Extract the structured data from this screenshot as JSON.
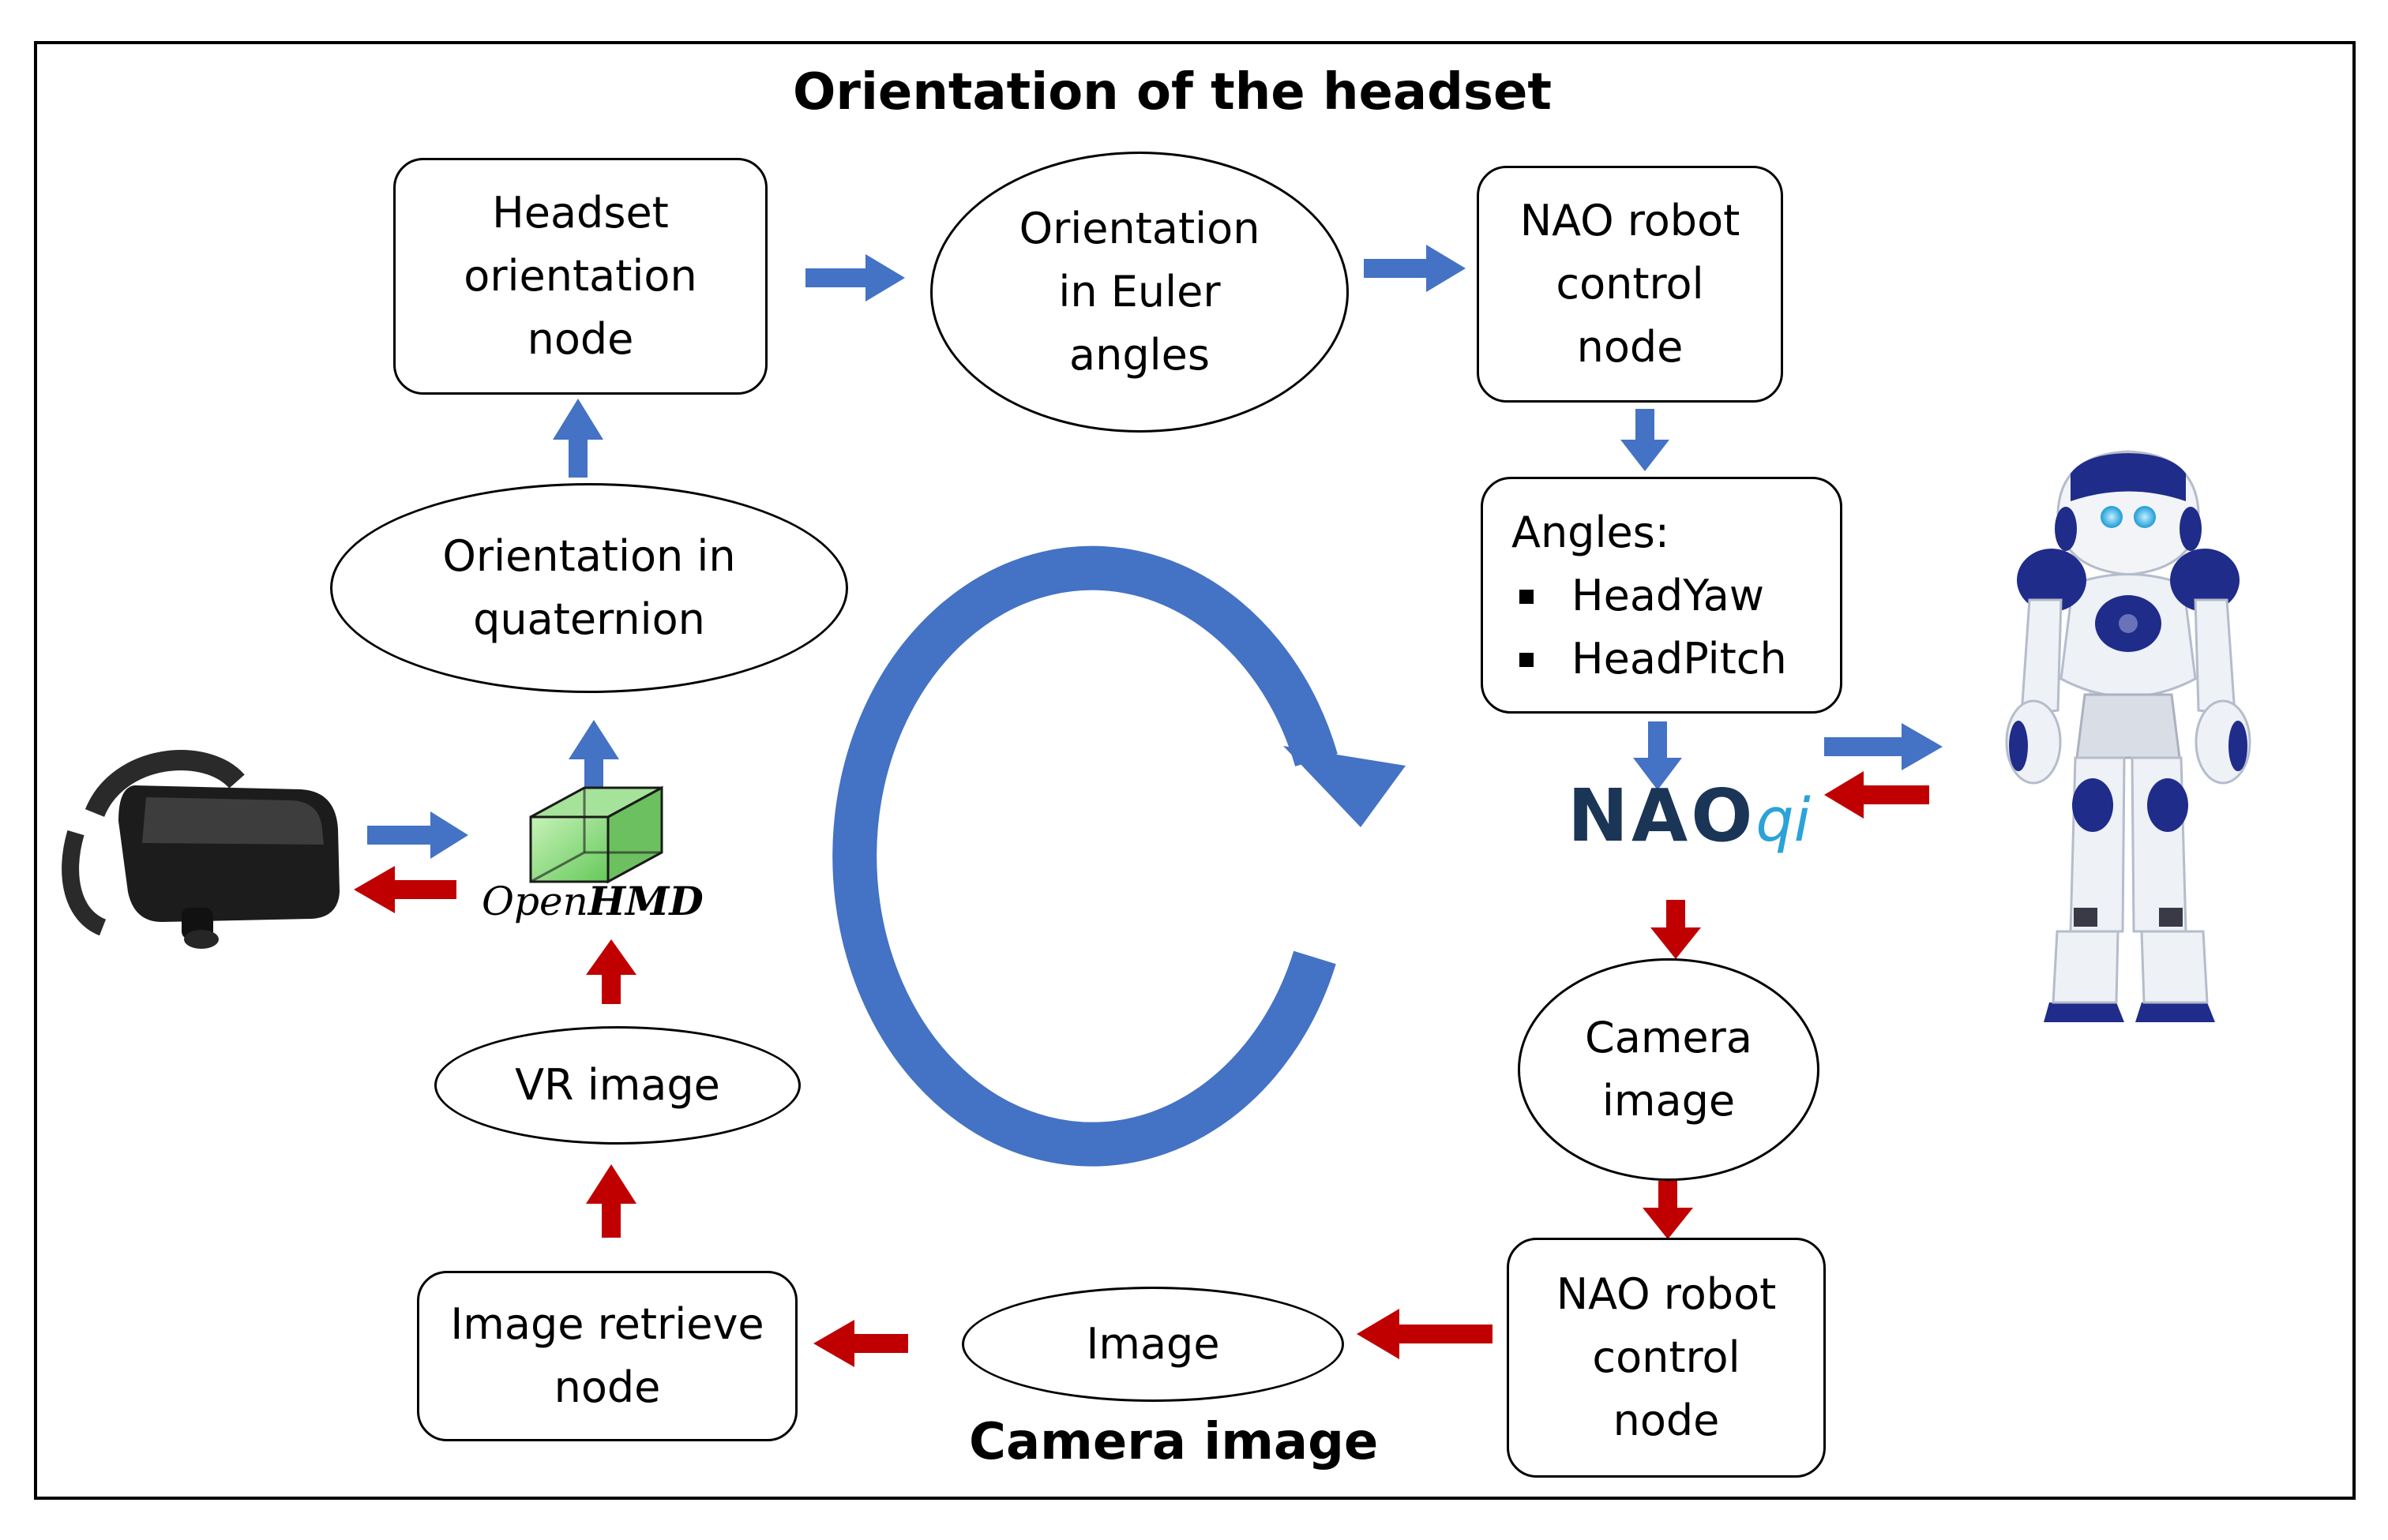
{
  "titles": {
    "top": "Orientation of the headset",
    "bottom": "Camera image"
  },
  "nodes": {
    "headset_orientation_node": "Headset orientation node",
    "orientation_euler": "Orientation in Euler angles",
    "nao_control_top": "NAO robot control node",
    "angles": {
      "heading": "Angles:",
      "items": [
        "HeadYaw",
        "HeadPitch"
      ]
    },
    "orientation_quaternion": "Orientation in quaternion",
    "vr_image": "VR image",
    "image_retrieve_node": "Image retrieve node",
    "image": "Image",
    "nao_control_bottom": "NAO robot control node",
    "camera_image": "Camera image"
  },
  "logos": {
    "openhmd": {
      "open": "Open",
      "hmd": "HMD"
    },
    "naoqi": {
      "nao": "NAO",
      "qi": "qi"
    }
  },
  "colors": {
    "blue_arrow": "#4472c4",
    "red_arrow": "#c00000",
    "cycle": "#4472c4"
  },
  "icons": [
    "vr-headset-icon",
    "nao-robot-icon",
    "openhmd-cube-icon",
    "cycle-arrow-icon"
  ]
}
